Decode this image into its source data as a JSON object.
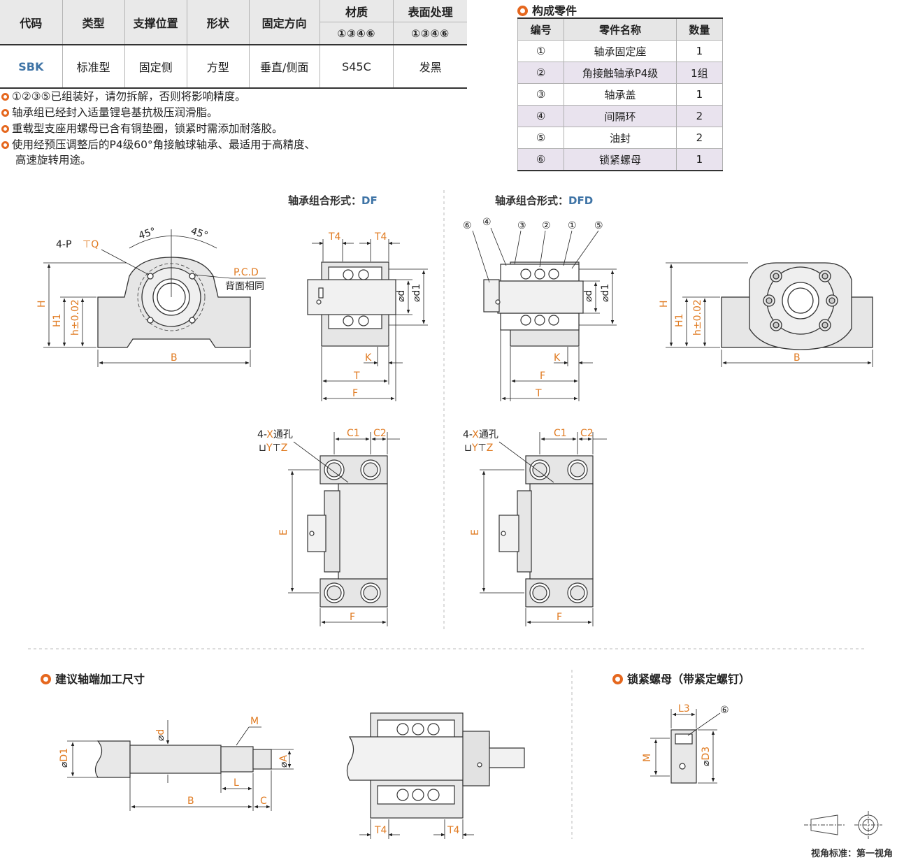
{
  "spec_table": {
    "headers": [
      "代码",
      "类型",
      "支撑位置",
      "形状",
      "固定方向",
      "材质",
      "表面处理"
    ],
    "material_parts": "①③④⑥",
    "surface_parts": "①③④⑥",
    "row": [
      "SBK",
      "标准型",
      "固定侧",
      "方型",
      "垂直/侧面",
      "S45C",
      "发黑"
    ]
  },
  "notes": [
    "①②③⑤已组装好，请勿拆解，否则将影响精度。",
    "轴承组已经封入适量锂皂基抗极压润滑脂。",
    "重载型支座用螺母已含有铜垫圈，锁紧时需添加耐落胶。",
    "使用经预压调整后的P4级60°角接触球轴承、最适用于高精度、",
    "高速旋转用途。"
  ],
  "parts": {
    "title": "构成零件",
    "headers": [
      "编号",
      "零件名称",
      "数量"
    ],
    "rows": [
      [
        "①",
        "轴承固定座",
        "1"
      ],
      [
        "②",
        "角接触轴承P4级",
        "1组"
      ],
      [
        "③",
        "轴承盖",
        "1"
      ],
      [
        "④",
        "间隔环",
        "2"
      ],
      [
        "⑤",
        "油封",
        "2"
      ],
      [
        "⑥",
        "锁紧螺母",
        "1"
      ]
    ]
  },
  "drawings": {
    "df_label": "轴承组合形式：",
    "df_value": "DF",
    "dfd_label": "轴承组合形式：",
    "dfd_value": "DFD",
    "front": {
      "hole_note": "4-P",
      "hole_depth": "Q",
      "angle": "45°",
      "pcd": "P.C.D",
      "pcd_note": "背面相同",
      "H": "H",
      "H1": "H1",
      "h": "h±0.02",
      "B": "B"
    },
    "section": {
      "T4": "T4",
      "d": "d",
      "d1": "d1",
      "K": "K",
      "T": "T",
      "F": "F"
    },
    "dfd_callouts": [
      "⑥",
      "④",
      "③",
      "②",
      "①",
      "⑤"
    ],
    "top": {
      "hole": "4-X通孔",
      "cb": "Y",
      "cb_depth": "Z",
      "C1": "C1",
      "C2": "C2",
      "E": "E",
      "F": "F"
    }
  },
  "shaft": {
    "title": "建议轴端加工尺寸",
    "labels": {
      "D1": "D1",
      "d": "d",
      "M": "M",
      "A": "A",
      "B": "B",
      "L": "L",
      "C": "C",
      "T4": "T4"
    }
  },
  "nut": {
    "title": "锁紧螺母（带紧定螺钉）",
    "labels": {
      "L3": "L3",
      "M": "M",
      "D3": "D3",
      "callout": "⑥"
    }
  },
  "footer": "视角标准：第一视角",
  "colors": {
    "accent": "#e07b22",
    "blue": "#3f74a6",
    "ring": "#e5671e",
    "row_alt": "#e9e3ee"
  }
}
